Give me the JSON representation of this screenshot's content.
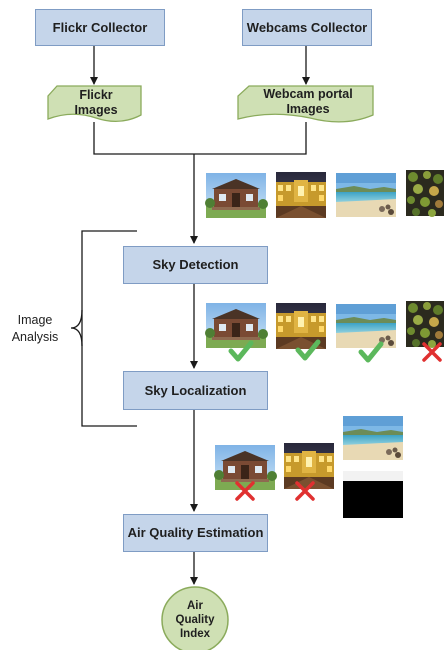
{
  "collectors": {
    "flickr": "Flickr Collector",
    "webcams": "Webcams Collector"
  },
  "sources": {
    "flickr_images": "Flickr Images",
    "webcam_images": "Webcam portal Images"
  },
  "steps": {
    "sky_detection": "Sky Detection",
    "sky_localization": "Sky Localization",
    "air_quality_estimation": "Air Quality Estimation"
  },
  "output": "Air Quality Index",
  "group_label": "Image Analysis",
  "thumbnails": {
    "row1": [
      "house-photo",
      "courtyard-photo",
      "beach-photo",
      "foliage-photo"
    ],
    "row2_marks": [
      "check",
      "check",
      "check",
      "cross"
    ],
    "row3_marks": [
      "cross",
      "cross"
    ],
    "sky_mask": "sky-mask"
  },
  "colors": {
    "box_fill": "#c5d5ea",
    "box_border": "#7f9cc4",
    "doc_fill": "#cfe0b4",
    "doc_border": "#8bab5c",
    "check": "#5cb85c",
    "cross": "#e03030"
  }
}
